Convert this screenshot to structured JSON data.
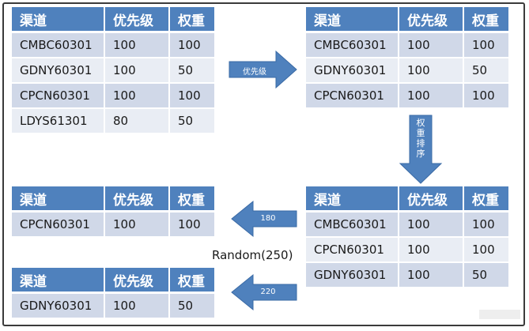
{
  "headers": [
    "渠道",
    "优先级",
    "权重"
  ],
  "table_input": [
    [
      "CMBC60301",
      "100",
      "100"
    ],
    [
      "GDNY60301",
      "100",
      "50"
    ],
    [
      "CPCN60301",
      "100",
      "100"
    ],
    [
      "LDYS61301",
      "80",
      "50"
    ]
  ],
  "table_priority": [
    [
      "CMBC60301",
      "100",
      "100"
    ],
    [
      "GDNY60301",
      "100",
      "50"
    ],
    [
      "CPCN60301",
      "100",
      "100"
    ]
  ],
  "table_sorted": [
    [
      "CMBC60301",
      "100",
      "100"
    ],
    [
      "CPCN60301",
      "100",
      "100"
    ],
    [
      "GDNY60301",
      "100",
      "50"
    ]
  ],
  "table_result_180": [
    [
      "CPCN60301",
      "100",
      "100"
    ]
  ],
  "table_result_220": [
    [
      "GDNY60301",
      "100",
      "50"
    ]
  ],
  "arrow_priority_label": "优先级",
  "arrow_weight_sort_label": [
    "权",
    "重",
    "排",
    "序"
  ],
  "arrow_180_label": "180",
  "arrow_220_label": "220",
  "random_label": "Random(250)",
  "colors": {
    "header": "#4f81bd",
    "row_odd": "#d0d8e8",
    "row_even": "#e9edf4",
    "arrow": "#4f81bd"
  }
}
